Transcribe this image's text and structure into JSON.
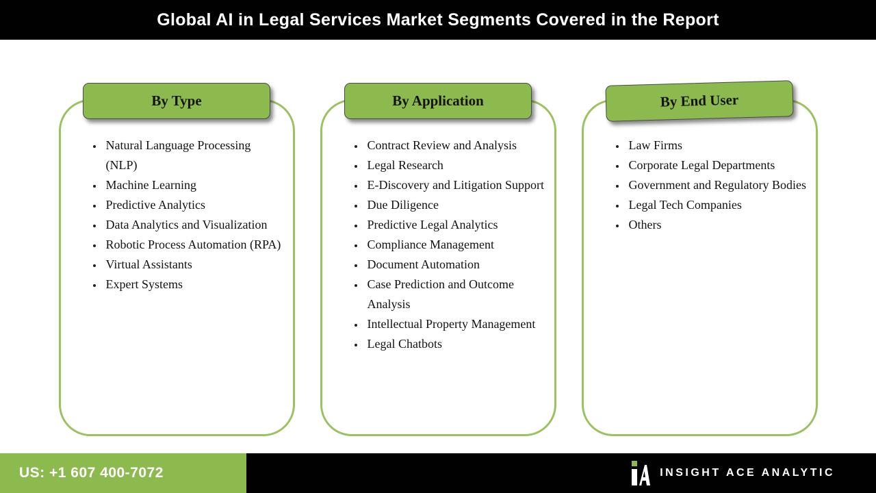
{
  "header": {
    "title": "Global AI in Legal Services Market Segments Covered in the Report"
  },
  "columns": [
    {
      "title": "By Type",
      "items": [
        "Natural Language Processing (NLP)",
        "Machine Learning",
        "Predictive Analytics",
        "Data Analytics and Visualization",
        "Robotic Process Automation (RPA)",
        "Virtual Assistants",
        "Expert Systems"
      ]
    },
    {
      "title": "By Application",
      "items": [
        "Contract Review and Analysis",
        "Legal Research",
        "E-Discovery and Litigation Support",
        "Due Diligence",
        "Predictive Legal Analytics",
        "Compliance Management",
        "Document Automation",
        "Case Prediction and Outcome Analysis",
        "Intellectual Property Management",
        "Legal Chatbots"
      ]
    },
    {
      "title": "By End User",
      "items": [
        "Law Firms",
        "Corporate Legal Departments",
        "Government and Regulatory Bodies",
        "Legal Tech Companies",
        "Others"
      ]
    }
  ],
  "footer": {
    "phone": "US: +1 607 400-7072",
    "brand": "INSIGHT ACE ANALYTIC"
  },
  "colors": {
    "accent_green": "#8cba4e",
    "border_green": "#9cc161",
    "bar_black": "#010101",
    "text_white": "#ffffff",
    "text_dark": "#111111"
  }
}
